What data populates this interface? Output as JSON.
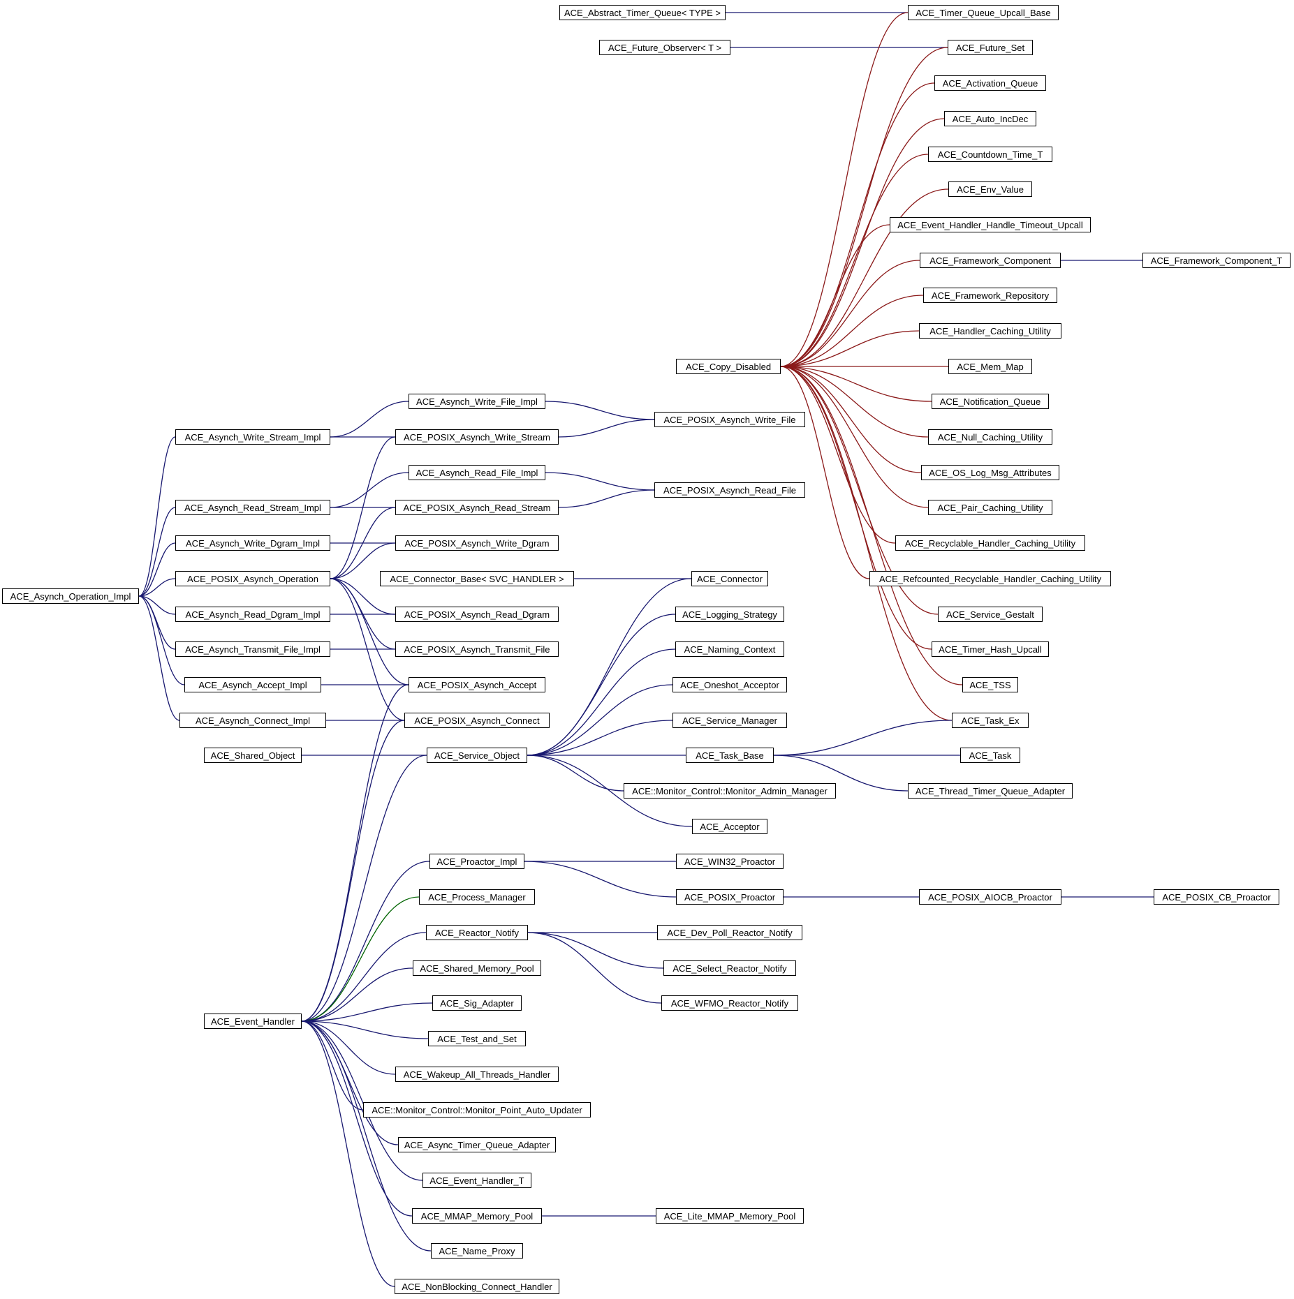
{
  "diagram": {
    "type": "class-hierarchy",
    "colors": {
      "public": "#191970",
      "private": "#8b1a1a",
      "protected": "#006400"
    },
    "nodes": {
      "abstract_timer_queue": "ACE_Abstract_Timer_Queue< TYPE >",
      "future_observer": "ACE_Future_Observer< T >",
      "timer_queue_upcall_base": "ACE_Timer_Queue_Upcall_Base",
      "future_set": "ACE_Future_Set",
      "activation_queue": "ACE_Activation_Queue",
      "auto_incdec": "ACE_Auto_IncDec",
      "countdown_time_t": "ACE_Countdown_Time_T",
      "env_value": "ACE_Env_Value",
      "eh_handle_timeout_upcall": "ACE_Event_Handler_Handle_Timeout_Upcall",
      "framework_component": "ACE_Framework_Component",
      "framework_component_t": "ACE_Framework_Component_T",
      "framework_repository": "ACE_Framework_Repository",
      "handler_caching_utility": "ACE_Handler_Caching_Utility",
      "copy_disabled": "ACE_Copy_Disabled",
      "mem_map": "ACE_Mem_Map",
      "notification_queue": "ACE_Notification_Queue",
      "null_caching_utility": "ACE_Null_Caching_Utility",
      "os_log_msg_attributes": "ACE_OS_Log_Msg_Attributes",
      "pair_caching_utility": "ACE_Pair_Caching_Utility",
      "recyclable_handler_caching_utility": "ACE_Recyclable_Handler_Caching_Utility",
      "refcounted_recyclable_handler_caching_utility": "ACE_Refcounted_Recyclable_Handler_Caching_Utility",
      "service_gestalt": "ACE_Service_Gestalt",
      "timer_hash_upcall": "ACE_Timer_Hash_Upcall",
      "tss": "ACE_TSS",
      "task_ex": "ACE_Task_Ex",
      "task": "ACE_Task",
      "thread_timer_queue_adapter": "ACE_Thread_Timer_Queue_Adapter",
      "asynch_write_file_impl": "ACE_Asynch_Write_File_Impl",
      "posix_asynch_write_file": "ACE_POSIX_Asynch_Write_File",
      "asynch_write_stream_impl": "ACE_Asynch_Write_Stream_Impl",
      "posix_asynch_write_stream": "ACE_POSIX_Asynch_Write_Stream",
      "asynch_read_file_impl": "ACE_Asynch_Read_File_Impl",
      "posix_asynch_read_file": "ACE_POSIX_Asynch_Read_File",
      "asynch_read_stream_impl": "ACE_Asynch_Read_Stream_Impl",
      "posix_asynch_read_stream": "ACE_POSIX_Asynch_Read_Stream",
      "asynch_write_dgram_impl": "ACE_Asynch_Write_Dgram_Impl",
      "posix_asynch_write_dgram": "ACE_POSIX_Asynch_Write_Dgram",
      "posix_asynch_operation": "ACE_POSIX_Asynch_Operation",
      "connector_base": "ACE_Connector_Base< SVC_HANDLER >",
      "connector": "ACE_Connector",
      "asynch_operation_impl": "ACE_Asynch_Operation_Impl",
      "asynch_read_dgram_impl": "ACE_Asynch_Read_Dgram_Impl",
      "posix_asynch_read_dgram": "ACE_POSIX_Asynch_Read_Dgram",
      "logging_strategy": "ACE_Logging_Strategy",
      "asynch_transmit_file_impl": "ACE_Asynch_Transmit_File_Impl",
      "posix_asynch_transmit_file": "ACE_POSIX_Asynch_Transmit_File",
      "naming_context": "ACE_Naming_Context",
      "asynch_accept_impl": "ACE_Asynch_Accept_Impl",
      "posix_asynch_accept": "ACE_POSIX_Asynch_Accept",
      "oneshot_acceptor": "ACE_Oneshot_Acceptor",
      "asynch_connect_impl": "ACE_Asynch_Connect_Impl",
      "posix_asynch_connect": "ACE_POSIX_Asynch_Connect",
      "service_manager": "ACE_Service_Manager",
      "shared_object": "ACE_Shared_Object",
      "service_object": "ACE_Service_Object",
      "task_base": "ACE_Task_Base",
      "monitor_admin_manager": "ACE::Monitor_Control::Monitor_Admin_Manager",
      "acceptor": "ACE_Acceptor",
      "proactor_impl": "ACE_Proactor_Impl",
      "win32_proactor": "ACE_WIN32_Proactor",
      "process_manager": "ACE_Process_Manager",
      "posix_proactor": "ACE_POSIX_Proactor",
      "posix_aiocb_proactor": "ACE_POSIX_AIOCB_Proactor",
      "posix_cb_proactor": "ACE_POSIX_CB_Proactor",
      "reactor_notify": "ACE_Reactor_Notify",
      "dev_poll_reactor_notify": "ACE_Dev_Poll_Reactor_Notify",
      "shared_memory_pool": "ACE_Shared_Memory_Pool",
      "select_reactor_notify": "ACE_Select_Reactor_Notify",
      "sig_adapter": "ACE_Sig_Adapter",
      "wfmo_reactor_notify": "ACE_WFMO_Reactor_Notify",
      "event_handler": "ACE_Event_Handler",
      "test_and_set": "ACE_Test_and_Set",
      "wakeup_all_threads_handler": "ACE_Wakeup_All_Threads_Handler",
      "monitor_point_auto_updater": "ACE::Monitor_Control::Monitor_Point_Auto_Updater",
      "async_timer_queue_adapter": "ACE_Async_Timer_Queue_Adapter",
      "event_handler_t": "ACE_Event_Handler_T",
      "mmap_memory_pool": "ACE_MMAP_Memory_Pool",
      "lite_mmap_memory_pool": "ACE_Lite_MMAP_Memory_Pool",
      "name_proxy": "ACE_Name_Proxy",
      "nonblocking_connect_handler": "ACE_NonBlocking_Connect_Handler"
    },
    "edges": [
      {
        "from": "timer_queue_upcall_base",
        "to": "abstract_timer_queue",
        "kind": "public"
      },
      {
        "from": "future_set",
        "to": "future_observer",
        "kind": "public"
      },
      {
        "from": "framework_component_t",
        "to": "framework_component",
        "kind": "public"
      },
      {
        "from": "timer_queue_upcall_base",
        "to": "copy_disabled",
        "kind": "private"
      },
      {
        "from": "future_set",
        "to": "copy_disabled",
        "kind": "private"
      },
      {
        "from": "activation_queue",
        "to": "copy_disabled",
        "kind": "private"
      },
      {
        "from": "auto_incdec",
        "to": "copy_disabled",
        "kind": "private"
      },
      {
        "from": "countdown_time_t",
        "to": "copy_disabled",
        "kind": "private"
      },
      {
        "from": "env_value",
        "to": "copy_disabled",
        "kind": "private"
      },
      {
        "from": "eh_handle_timeout_upcall",
        "to": "copy_disabled",
        "kind": "private"
      },
      {
        "from": "framework_component",
        "to": "copy_disabled",
        "kind": "private"
      },
      {
        "from": "framework_repository",
        "to": "copy_disabled",
        "kind": "private"
      },
      {
        "from": "handler_caching_utility",
        "to": "copy_disabled",
        "kind": "private"
      },
      {
        "from": "mem_map",
        "to": "copy_disabled",
        "kind": "private"
      },
      {
        "from": "notification_queue",
        "to": "copy_disabled",
        "kind": "private"
      },
      {
        "from": "null_caching_utility",
        "to": "copy_disabled",
        "kind": "private"
      },
      {
        "from": "os_log_msg_attributes",
        "to": "copy_disabled",
        "kind": "private"
      },
      {
        "from": "pair_caching_utility",
        "to": "copy_disabled",
        "kind": "private"
      },
      {
        "from": "recyclable_handler_caching_utility",
        "to": "copy_disabled",
        "kind": "private"
      },
      {
        "from": "refcounted_recyclable_handler_caching_utility",
        "to": "copy_disabled",
        "kind": "private"
      },
      {
        "from": "service_gestalt",
        "to": "copy_disabled",
        "kind": "private"
      },
      {
        "from": "timer_hash_upcall",
        "to": "copy_disabled",
        "kind": "private"
      },
      {
        "from": "tss",
        "to": "copy_disabled",
        "kind": "private"
      },
      {
        "from": "task_ex",
        "to": "copy_disabled",
        "kind": "private"
      },
      {
        "from": "task_ex",
        "to": "task_base",
        "kind": "public"
      },
      {
        "from": "task",
        "to": "task_base",
        "kind": "public"
      },
      {
        "from": "thread_timer_queue_adapter",
        "to": "task_base",
        "kind": "public"
      },
      {
        "from": "posix_asynch_write_file",
        "to": "asynch_write_file_impl",
        "kind": "public"
      },
      {
        "from": "posix_asynch_write_file",
        "to": "posix_asynch_write_stream",
        "kind": "public"
      },
      {
        "from": "posix_asynch_read_file",
        "to": "asynch_read_file_impl",
        "kind": "public"
      },
      {
        "from": "posix_asynch_read_file",
        "to": "posix_asynch_read_stream",
        "kind": "public"
      },
      {
        "from": "asynch_write_file_impl",
        "to": "asynch_write_stream_impl",
        "kind": "public"
      },
      {
        "from": "posix_asynch_write_stream",
        "to": "asynch_write_stream_impl",
        "kind": "public"
      },
      {
        "from": "asynch_read_file_impl",
        "to": "asynch_read_stream_impl",
        "kind": "public"
      },
      {
        "from": "posix_asynch_read_stream",
        "to": "asynch_read_stream_impl",
        "kind": "public"
      },
      {
        "from": "posix_asynch_write_dgram",
        "to": "asynch_write_dgram_impl",
        "kind": "public"
      },
      {
        "from": "posix_asynch_read_dgram",
        "to": "asynch_read_dgram_impl",
        "kind": "public"
      },
      {
        "from": "posix_asynch_transmit_file",
        "to": "asynch_transmit_file_impl",
        "kind": "public"
      },
      {
        "from": "posix_asynch_accept",
        "to": "asynch_accept_impl",
        "kind": "public"
      },
      {
        "from": "posix_asynch_connect",
        "to": "asynch_connect_impl",
        "kind": "public"
      },
      {
        "from": "posix_asynch_write_stream",
        "to": "posix_asynch_operation",
        "kind": "public"
      },
      {
        "from": "posix_asynch_read_stream",
        "to": "posix_asynch_operation",
        "kind": "public"
      },
      {
        "from": "posix_asynch_write_dgram",
        "to": "posix_asynch_operation",
        "kind": "public"
      },
      {
        "from": "posix_asynch_read_dgram",
        "to": "posix_asynch_operation",
        "kind": "public"
      },
      {
        "from": "posix_asynch_transmit_file",
        "to": "posix_asynch_operation",
        "kind": "public"
      },
      {
        "from": "posix_asynch_accept",
        "to": "posix_asynch_operation",
        "kind": "public"
      },
      {
        "from": "posix_asynch_connect",
        "to": "posix_asynch_operation",
        "kind": "public"
      },
      {
        "from": "asynch_write_stream_impl",
        "to": "asynch_operation_impl",
        "kind": "public"
      },
      {
        "from": "asynch_read_stream_impl",
        "to": "asynch_operation_impl",
        "kind": "public"
      },
      {
        "from": "asynch_write_dgram_impl",
        "to": "asynch_operation_impl",
        "kind": "public"
      },
      {
        "from": "posix_asynch_operation",
        "to": "asynch_operation_impl",
        "kind": "public"
      },
      {
        "from": "asynch_read_dgram_impl",
        "to": "asynch_operation_impl",
        "kind": "public"
      },
      {
        "from": "asynch_transmit_file_impl",
        "to": "asynch_operation_impl",
        "kind": "public"
      },
      {
        "from": "asynch_accept_impl",
        "to": "asynch_operation_impl",
        "kind": "public"
      },
      {
        "from": "asynch_connect_impl",
        "to": "asynch_operation_impl",
        "kind": "public"
      },
      {
        "from": "connector",
        "to": "connector_base",
        "kind": "public"
      },
      {
        "from": "connector",
        "to": "service_object",
        "kind": "public"
      },
      {
        "from": "logging_strategy",
        "to": "service_object",
        "kind": "public"
      },
      {
        "from": "naming_context",
        "to": "service_object",
        "kind": "public"
      },
      {
        "from": "oneshot_acceptor",
        "to": "service_object",
        "kind": "public"
      },
      {
        "from": "service_manager",
        "to": "service_object",
        "kind": "public"
      },
      {
        "from": "task_base",
        "to": "service_object",
        "kind": "public"
      },
      {
        "from": "monitor_admin_manager",
        "to": "service_object",
        "kind": "public"
      },
      {
        "from": "acceptor",
        "to": "service_object",
        "kind": "public"
      },
      {
        "from": "service_object",
        "to": "shared_object",
        "kind": "public"
      },
      {
        "from": "win32_proactor",
        "to": "proactor_impl",
        "kind": "public"
      },
      {
        "from": "posix_proactor",
        "to": "proactor_impl",
        "kind": "public"
      },
      {
        "from": "posix_aiocb_proactor",
        "to": "posix_proactor",
        "kind": "public"
      },
      {
        "from": "posix_cb_proactor",
        "to": "posix_aiocb_proactor",
        "kind": "public"
      },
      {
        "from": "dev_poll_reactor_notify",
        "to": "reactor_notify",
        "kind": "public"
      },
      {
        "from": "select_reactor_notify",
        "to": "reactor_notify",
        "kind": "public"
      },
      {
        "from": "wfmo_reactor_notify",
        "to": "reactor_notify",
        "kind": "public"
      },
      {
        "from": "lite_mmap_memory_pool",
        "to": "mmap_memory_pool",
        "kind": "public"
      },
      {
        "from": "posix_asynch_accept",
        "to": "event_handler",
        "kind": "public"
      },
      {
        "from": "posix_asynch_connect",
        "to": "event_handler",
        "kind": "public"
      },
      {
        "from": "service_object",
        "to": "event_handler",
        "kind": "public"
      },
      {
        "from": "proactor_impl",
        "to": "event_handler",
        "kind": "public"
      },
      {
        "from": "process_manager",
        "to": "event_handler",
        "kind": "protected"
      },
      {
        "from": "reactor_notify",
        "to": "event_handler",
        "kind": "public"
      },
      {
        "from": "shared_memory_pool",
        "to": "event_handler",
        "kind": "public"
      },
      {
        "from": "sig_adapter",
        "to": "event_handler",
        "kind": "public"
      },
      {
        "from": "test_and_set",
        "to": "event_handler",
        "kind": "public"
      },
      {
        "from": "wakeup_all_threads_handler",
        "to": "event_handler",
        "kind": "public"
      },
      {
        "from": "monitor_point_auto_updater",
        "to": "event_handler",
        "kind": "public"
      },
      {
        "from": "async_timer_queue_adapter",
        "to": "event_handler",
        "kind": "public"
      },
      {
        "from": "event_handler_t",
        "to": "event_handler",
        "kind": "public"
      },
      {
        "from": "mmap_memory_pool",
        "to": "event_handler",
        "kind": "public"
      },
      {
        "from": "name_proxy",
        "to": "event_handler",
        "kind": "public"
      },
      {
        "from": "nonblocking_connect_handler",
        "to": "event_handler",
        "kind": "public"
      }
    ]
  }
}
